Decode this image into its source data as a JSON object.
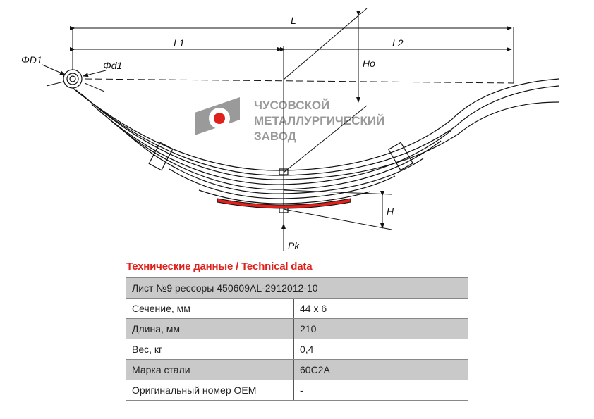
{
  "drawing": {
    "labels": {
      "L": "L",
      "L1": "L1",
      "L2": "L2",
      "Ho": "Ho",
      "D1": "ΦD1",
      "d1": "Φd1",
      "H": "H",
      "Pk": "Pk"
    },
    "logo": {
      "line1": "ЧУСОВСКОЙ",
      "line2": "МЕТАЛЛУРГИЧЕСКИЙ",
      "line3": "ЗАВОД",
      "accent": "#e0201a",
      "gray": "#9a9a9a"
    },
    "highlight_color": "#e0201a"
  },
  "section_title": "Технические данные / Technical data",
  "table": {
    "header": "Лист №9 рессоры 450609AL-2912012-10",
    "rows": [
      {
        "label": "Сечение, мм",
        "value": "44 x 6"
      },
      {
        "label": "Длина, мм",
        "value": "210"
      },
      {
        "label": "Вес, кг",
        "value": "0,4"
      },
      {
        "label": "Марка стали",
        "value": "60С2А"
      },
      {
        "label": "Оригинальный номер OEM",
        "value": "-"
      }
    ]
  }
}
